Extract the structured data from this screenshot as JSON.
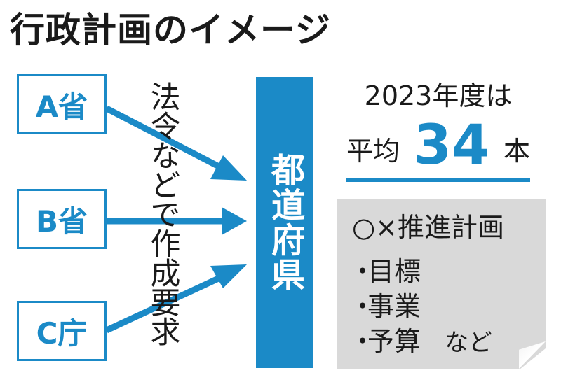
{
  "title": "行政計画のイメージ",
  "ministries": [
    {
      "label": "A省"
    },
    {
      "label": "B省"
    },
    {
      "label": "C庁"
    }
  ],
  "arrow_label": "法令などで作成要求",
  "prefecture_label": "都道府県",
  "stats": {
    "year_label": "2023年度は",
    "avg_label": "平均",
    "avg_value": "34",
    "avg_unit": "本"
  },
  "plan": {
    "title": "○×推進計画",
    "bullet": "・",
    "items": [
      "目標",
      "事業",
      "予算"
    ],
    "etc": "など"
  },
  "colors": {
    "accent": "#1b8ac7",
    "text": "#1a1a1a",
    "card_bg": "#d9d9d9",
    "background": "#ffffff"
  }
}
